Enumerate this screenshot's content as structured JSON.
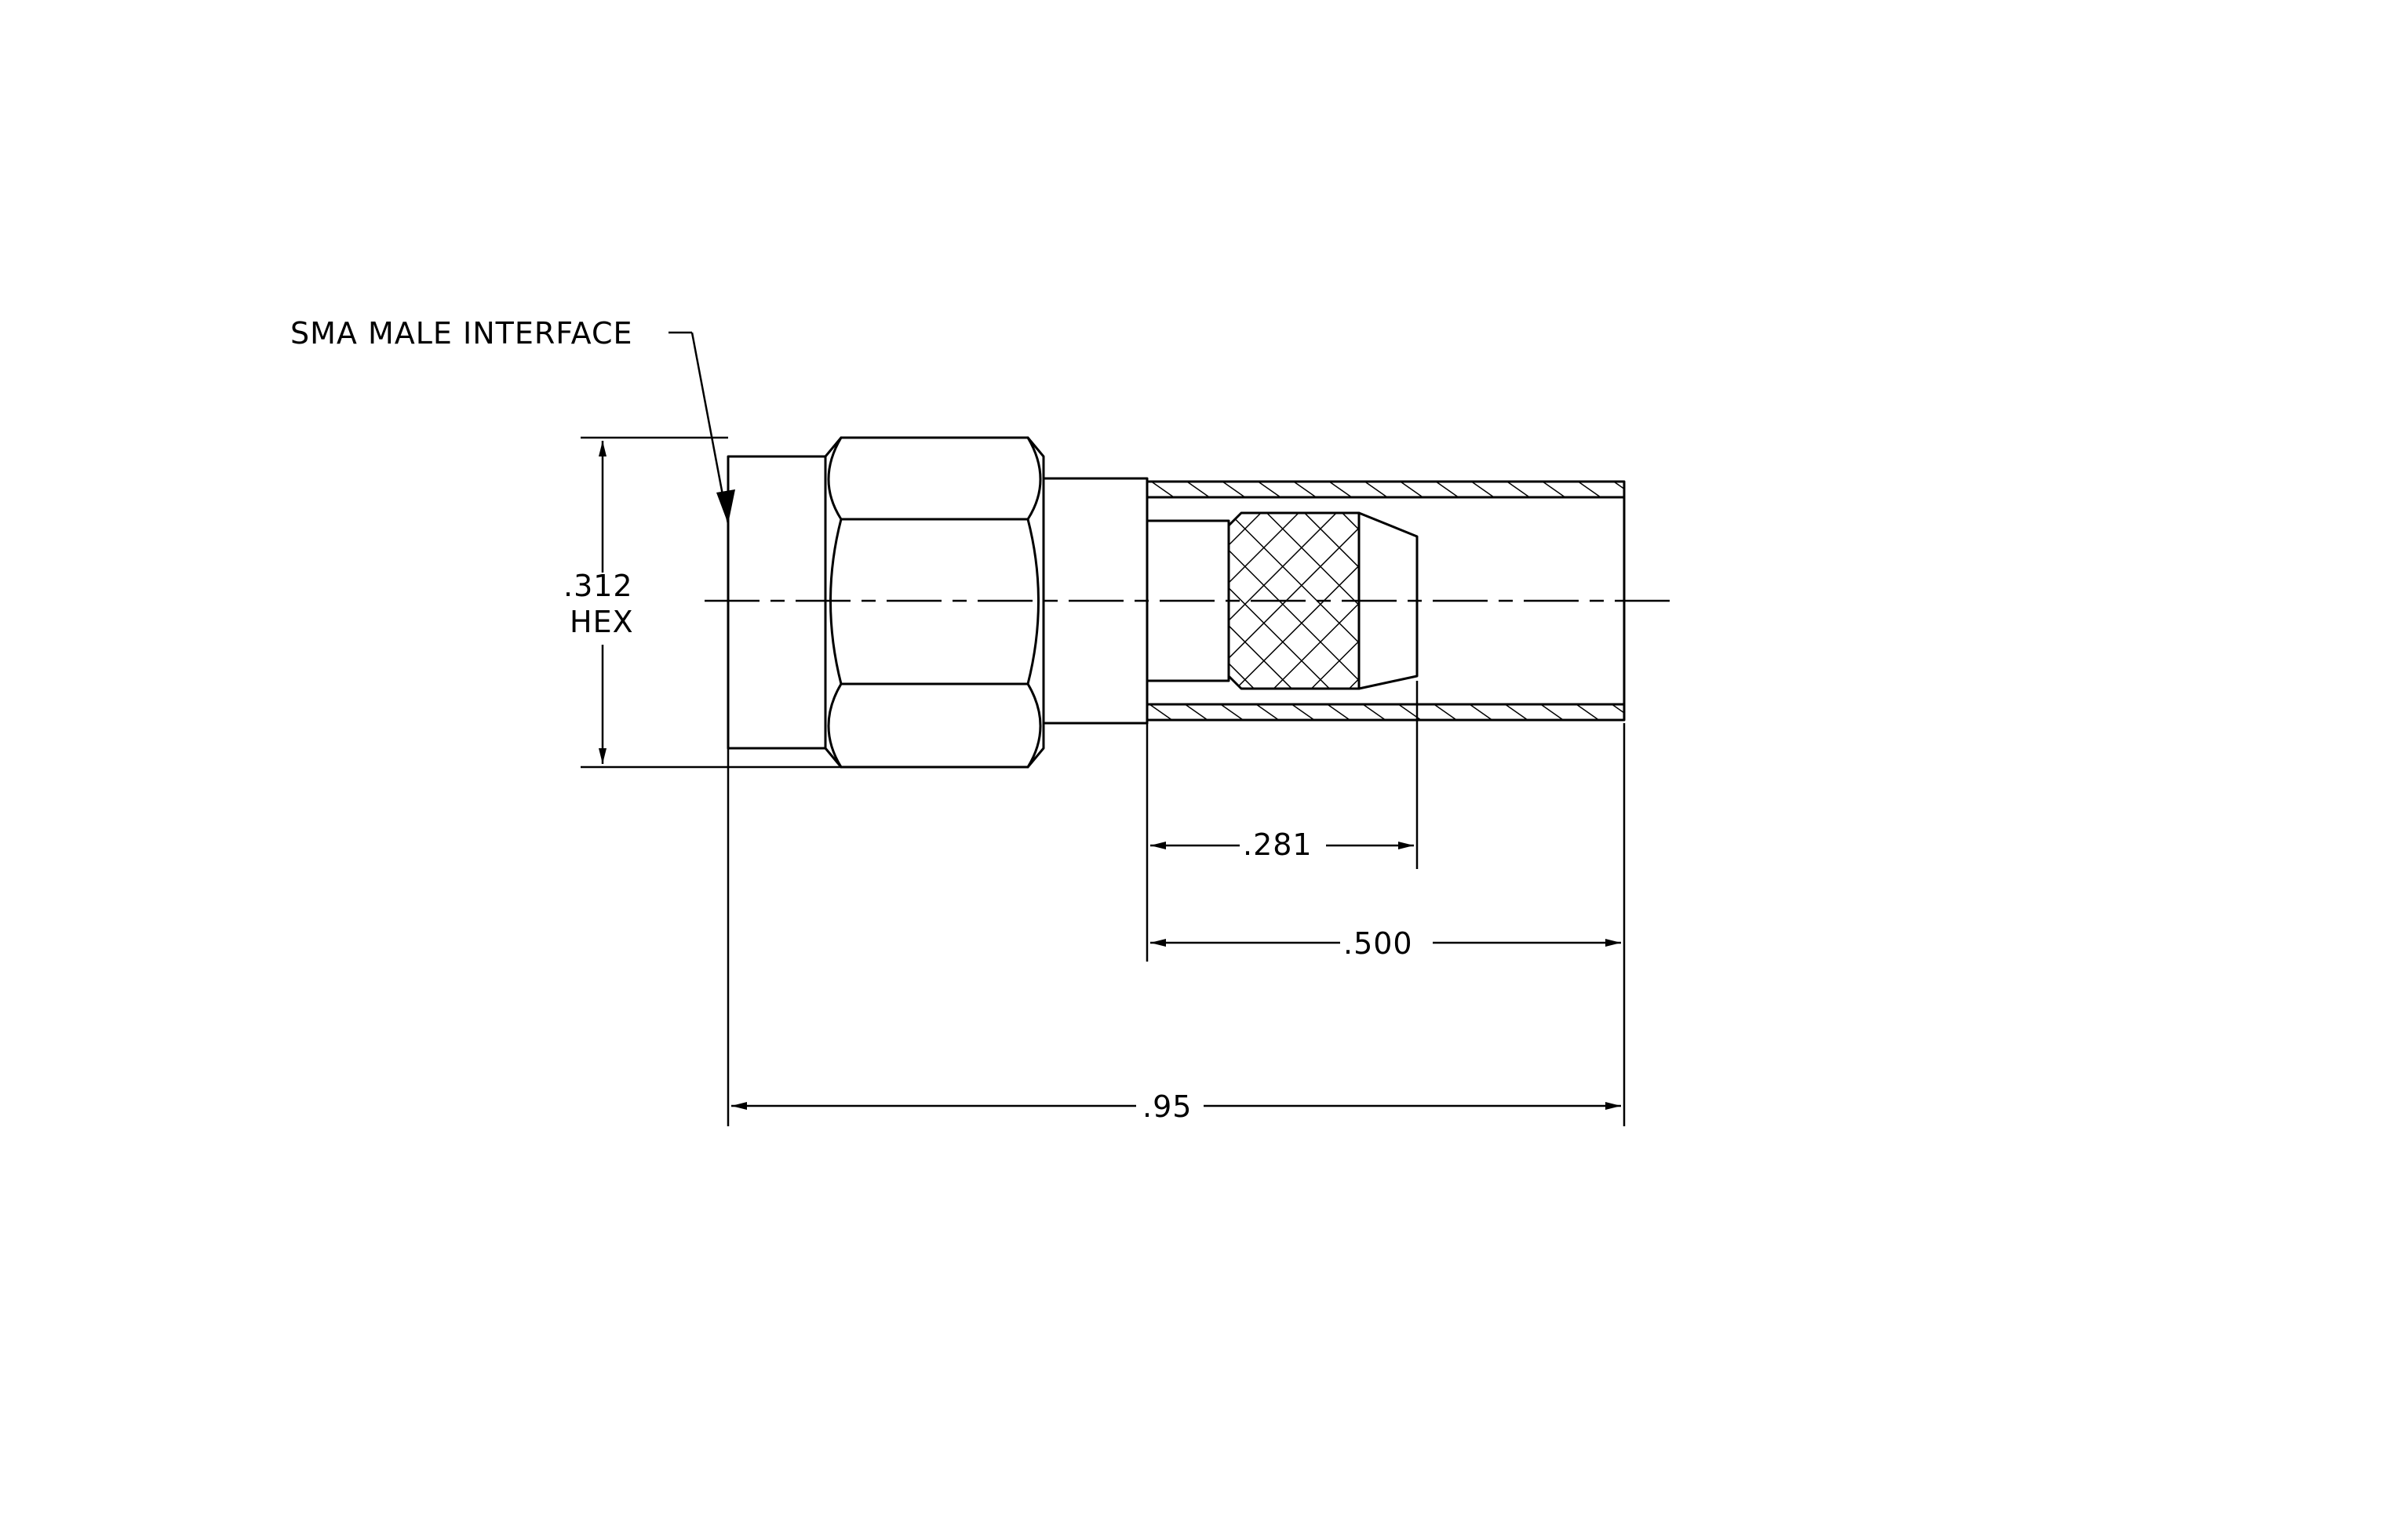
{
  "callout": {
    "interface_label": "SMA MALE INTERFACE"
  },
  "dimensions": {
    "hex_value": ".312",
    "hex_label": "HEX",
    "crimp_length": ".281",
    "ferrule_length": ".500",
    "overall_length": ".95"
  },
  "colors": {
    "line": "#000000",
    "background": "#ffffff"
  }
}
